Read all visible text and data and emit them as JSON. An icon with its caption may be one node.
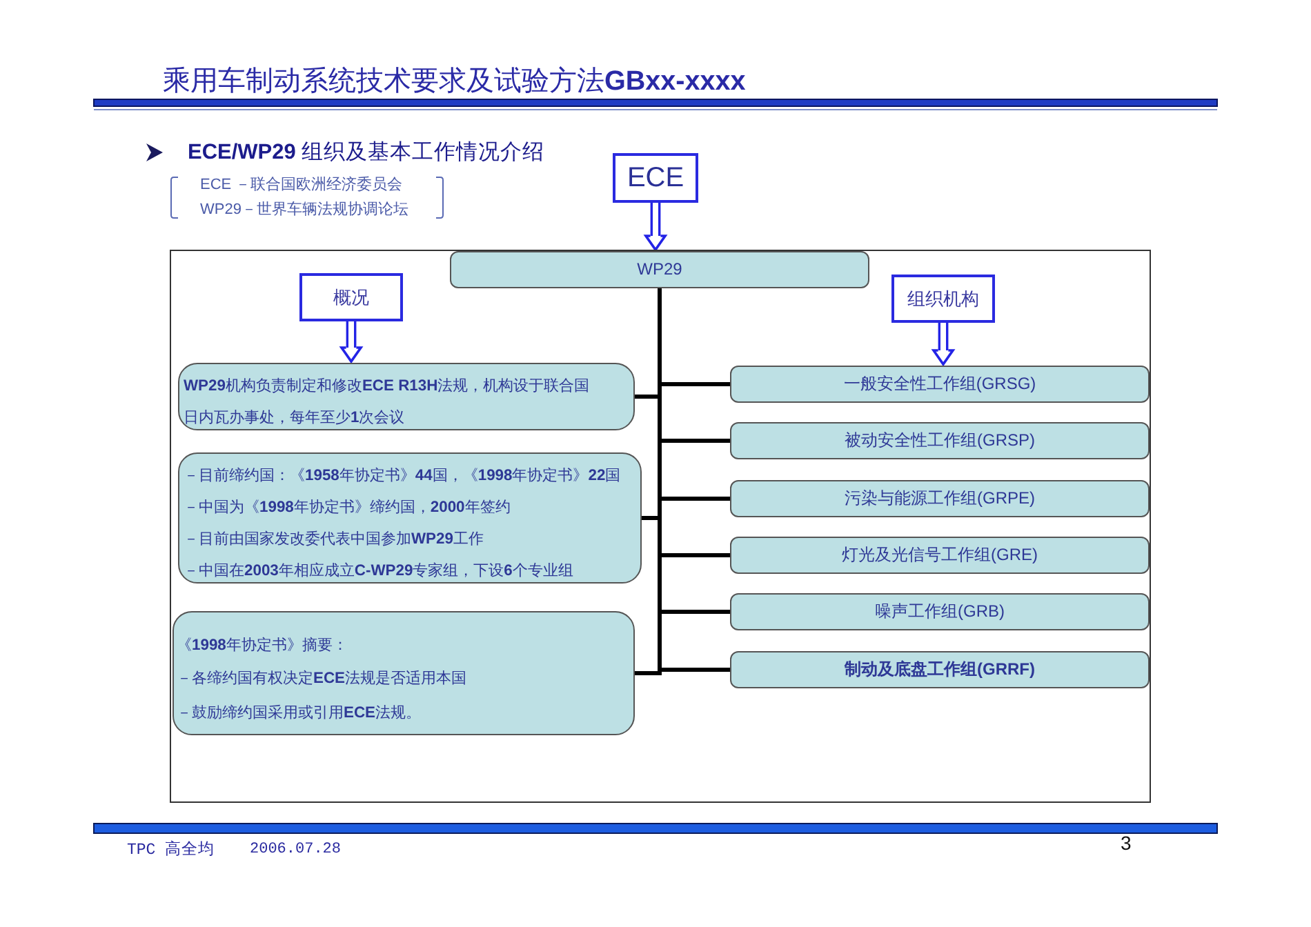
{
  "diagram": {
    "title": "乘用车制动系统技术要求及试验方法**GBxx-xxxx**",
    "nodes": [
      {
        "text": [
          "ECE"
        ]
      },
      {
        "text": [],
        "shape": "box"
      },
      {
        "text": [
          "WP29"
        ],
        "in": 1
      },
      {
        "text": [
          "概况"
        ],
        "in": 1
      },
      {
        "text": [
          "**WP29**机构负责制定和修改**ECE R13H**法规，机构设于联合国日内瓦办事处，每年至少**1**次会议"
        ],
        "in": 1
      },
      {
        "text": [
          "－目前缔约国：《**1958**年协定书》**44**国，《**1998**年协定书》**22**国",
          "－中国为《**1998**年协定书》缔约国，**2000**年签约",
          "－目前由国家发改委代表中国参加**WP29**工作",
          "－中国在**2003**年相应成立**C-WP29**专家组，下设**6**个专业组"
        ],
        "in": 1
      },
      {
        "text": [
          "《**1998**年协定书》摘要：",
          "－各缔约国有权决定**ECE**法规是否适用本国",
          "－鼓励缔约国采用或引用**ECE**法规。"
        ],
        "in": 1
      },
      {
        "text": [
          "组织机构"
        ],
        "in": 1
      },
      {
        "text": [
          "一般安全性工作组(GRSG)"
        ],
        "in": 1
      },
      {
        "text": [
          "被动安全性工作组(GRSP)"
        ],
        "in": 1
      },
      {
        "text": [
          "污染与能源工作组(GRPE)"
        ],
        "in": 1
      },
      {
        "text": [
          "灯光及光信号工作组(GRE)"
        ],
        "in": 1
      },
      {
        "text": [
          "噪声工作组(GRB)"
        ],
        "in": 1
      },
      {
        "text": [
          "制动及底盘工作组(GRRF)"
        ],
        "in": 1
      }
    ],
    "edges": [
      {
        "from": 0,
        "to": 2,
        "arrow": "to",
        "color": "#2323e6"
      },
      {
        "from": 3,
        "to": 4,
        "arrow": "to",
        "color": "#2323e6"
      },
      {
        "from": 7,
        "to": 8,
        "arrow": "to",
        "color": "#2323e6"
      },
      {
        "from": 2,
        "to": 4,
        "arrow": "none"
      },
      {
        "from": 2,
        "to": 5,
        "arrow": "none"
      },
      {
        "from": 2,
        "to": 6,
        "arrow": "none"
      },
      {
        "from": 2,
        "to": 8,
        "arrow": "none"
      },
      {
        "from": 2,
        "to": 9,
        "arrow": "none"
      },
      {
        "from": 2,
        "to": 10,
        "arrow": "none"
      },
      {
        "from": 2,
        "to": 11,
        "arrow": "none"
      },
      {
        "from": 2,
        "to": 12,
        "arrow": "none"
      },
      {
        "from": 2,
        "to": 13,
        "arrow": "none"
      }
    ],
    "labels": [
      "**ECE/WP29** 组织及基本工作情况介绍",
      "ECE －联合国欧洲经济委员会",
      "WP29－世界车辆法规协调论坛",
      "TPC 高全均",
      "2006.07.28",
      "3"
    ]
  }
}
